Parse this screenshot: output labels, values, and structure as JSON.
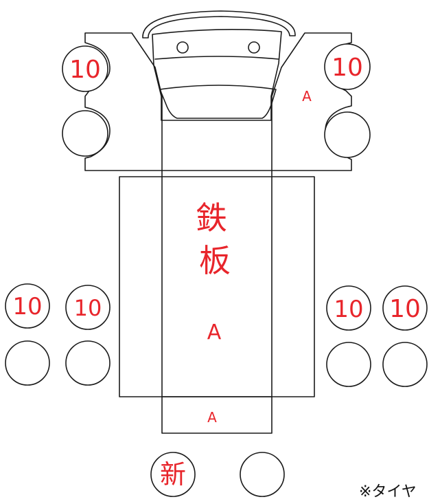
{
  "tire_values": {
    "front_left_outer": "10",
    "front_right_outer": "10",
    "rear_left_outer": "10",
    "rear_left_inner": "10",
    "rear_right_inner": "10",
    "rear_right_outer": "10",
    "spare_new": "新"
  },
  "panel_labels": {
    "cab_right": "A",
    "deck_line1": "鉄",
    "deck_line2": "板",
    "deck_center": "A",
    "rear_bumper": "A"
  },
  "footnote": "※タイヤ",
  "colors": {
    "ink": "#1a1a1a",
    "marker_red": "#e8252b"
  }
}
